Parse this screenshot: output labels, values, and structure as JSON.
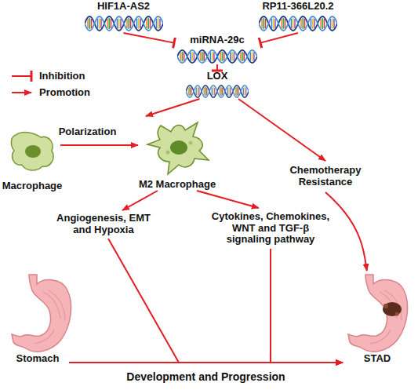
{
  "diagram": {
    "nodes": [
      {
        "text": [
          "HIF1A-AS2"
        ]
      },
      {
        "text": [
          "RP11-366L20.2"
        ]
      },
      {
        "text": [
          "miRNA-29c"
        ]
      },
      {
        "text": [
          "LOX"
        ]
      },
      {
        "text": [
          "Macrophage"
        ]
      },
      {
        "text": [
          "M2 Macrophage"
        ]
      },
      {
        "text": [
          "Chemotherapy Resistance"
        ]
      },
      {
        "text": [
          "Angiogenesis, EMT and Hypoxia"
        ]
      },
      {
        "text": [
          "Cytokines, Chemokines, WNT and TGF-β signaling pathway"
        ]
      },
      {
        "text": [
          "Stomach"
        ]
      },
      {
        "text": [
          "STAD"
        ]
      }
    ],
    "edges": [
      {
        "from": 0,
        "to": 2,
        "arrow": "to"
      },
      {
        "from": 1,
        "to": 2,
        "arrow": "to"
      },
      {
        "from": 2,
        "to": 3,
        "arrow": "to"
      },
      {
        "from": 4,
        "to": 5,
        "label": "Polarization",
        "arrow": "to"
      },
      {
        "from": 3,
        "to": 5,
        "arrow": "to"
      },
      {
        "from": 3,
        "to": 6,
        "arrow": "to"
      },
      {
        "from": 5,
        "to": 7,
        "arrow": "to"
      },
      {
        "from": 5,
        "to": 8,
        "arrow": "to"
      },
      {
        "from": 7,
        "to": 10,
        "arrow": "to"
      },
      {
        "from": 8,
        "to": 10,
        "arrow": "to"
      },
      {
        "from": 6,
        "to": 10,
        "arrow": "to"
      },
      {
        "from": 9,
        "to": 10,
        "label": "Development and Progression",
        "arrow": "to"
      }
    ],
    "legend": [
      {
        "text": "Inhibition"
      },
      {
        "text": "Promotion"
      }
    ]
  }
}
